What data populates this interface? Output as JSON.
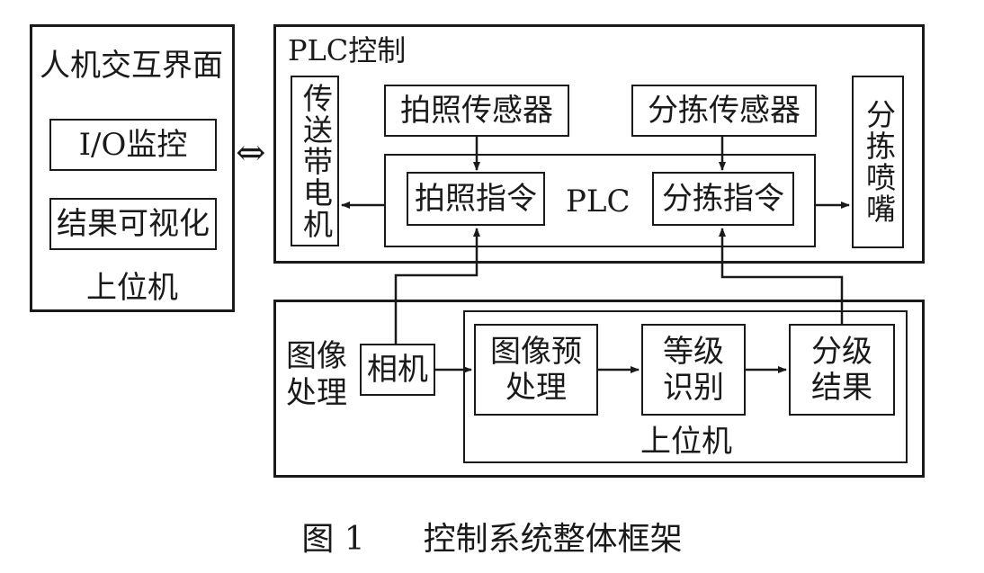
{
  "hmi": {
    "title": "人机交互界面",
    "io_monitor": "I/O监控",
    "result_visual": "结果可视化",
    "host": "上位机"
  },
  "plc_section": {
    "title": "PLC控制",
    "conveyor_motor": "传送带电机",
    "photo_sensor": "拍照传感器",
    "sort_sensor": "分拣传感器",
    "sort_nozzle": "分拣喷嘴",
    "plc_label": "PLC",
    "photo_cmd": "拍照指令",
    "sort_cmd": "分拣指令"
  },
  "image_section": {
    "title": "图像\n处理",
    "camera": "相机",
    "preprocess": "图像预\n处理",
    "grade_recog": "等级\n识别",
    "grade_result": "分级\n结果",
    "host": "上位机"
  },
  "caption": {
    "fig_no": "图 1",
    "text": "控制系统整体框架"
  },
  "connector_symbol": "⇔"
}
